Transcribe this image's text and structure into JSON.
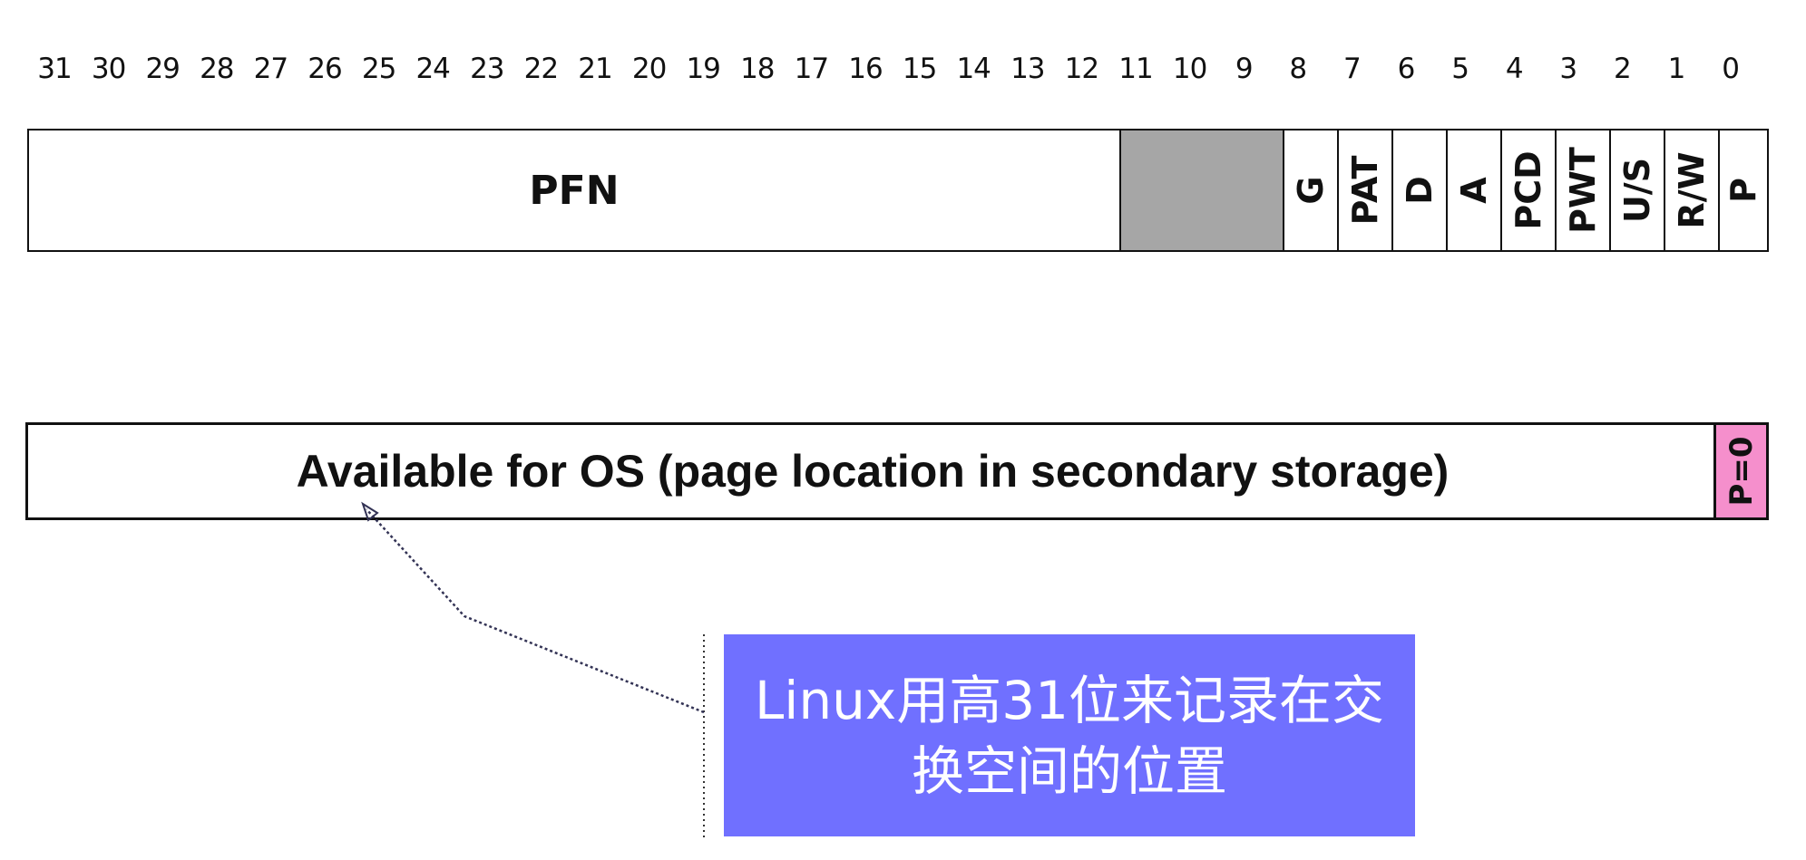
{
  "bits": [
    "31",
    "30",
    "29",
    "28",
    "27",
    "26",
    "25",
    "24",
    "23",
    "22",
    "21",
    "20",
    "19",
    "18",
    "17",
    "16",
    "15",
    "14",
    "13",
    "12",
    "11",
    "10",
    "9",
    "8",
    "7",
    "6",
    "5",
    "4",
    "3",
    "2",
    "1",
    "0"
  ],
  "pte": {
    "pfn_label": "PFN",
    "flags": [
      "G",
      "PAT",
      "D",
      "A",
      "PCD",
      "PWT",
      "U/S",
      "R/W",
      "P"
    ]
  },
  "swap_entry": {
    "label": "Available for OS (page location in secondary storage)",
    "present_label": "P=0"
  },
  "callout": {
    "text": "Linux用高31位来记录在交换空间的位置"
  },
  "colors": {
    "reserved_gray": "#a6a6a6",
    "present_pink": "#f58fcc",
    "callout_blue": "#7070ff"
  }
}
